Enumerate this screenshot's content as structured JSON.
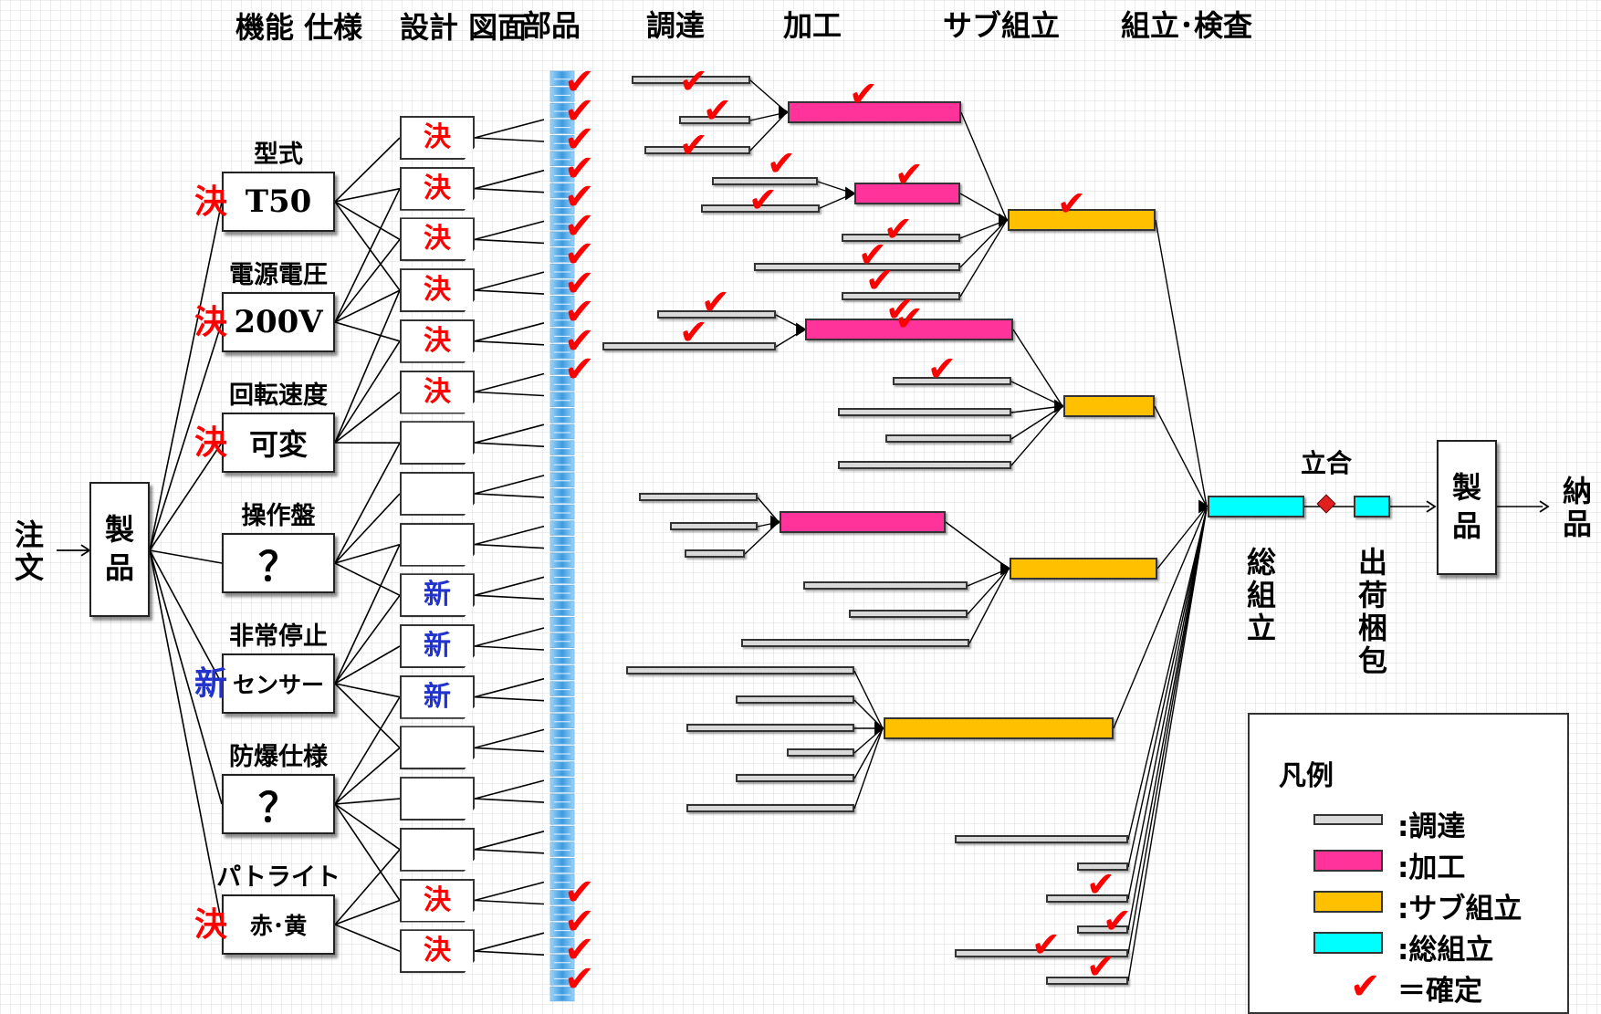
{
  "headers": {
    "function_spec": "機能\n仕様",
    "design_drawing": "設計\n図面",
    "parts": "部品",
    "procurement": "調達",
    "machining": "加工",
    "sub_assembly": "サブ組立",
    "assembly_inspection": "組立･検査"
  },
  "order": "注\n文",
  "product": "製\n品",
  "product_out": "製\n品",
  "delivery": "納\n品",
  "total_assembly": "総\n組\n立",
  "witness": "立合",
  "shipping": "出\n荷\n梱\n包",
  "functions": [
    {
      "label": "型式",
      "value": "T50",
      "status": "決",
      "status_color": "red",
      "style": "serif"
    },
    {
      "label": "電源電圧",
      "value": "200V",
      "status": "決",
      "status_color": "red",
      "style": "serif"
    },
    {
      "label": "回転速度",
      "value": "可変",
      "status": "決",
      "status_color": "red",
      "style": "sans"
    },
    {
      "label": "操作盤",
      "value": "？",
      "status": "",
      "status_color": "",
      "style": "q"
    },
    {
      "label": "非常停止",
      "value": "センサー",
      "status": "新",
      "status_color": "blue",
      "style": "small"
    },
    {
      "label": "防爆仕様",
      "value": "？",
      "status": "",
      "status_color": "",
      "style": "q"
    },
    {
      "label": "パトライト",
      "value": "赤･黄",
      "status": "決",
      "status_color": "red",
      "style": "small"
    }
  ],
  "drawings": [
    {
      "mark": "決",
      "color": "red"
    },
    {
      "mark": "決",
      "color": "red"
    },
    {
      "mark": "決",
      "color": "red"
    },
    {
      "mark": "決",
      "color": "red"
    },
    {
      "mark": "決",
      "color": "red"
    },
    {
      "mark": "決",
      "color": "red"
    },
    {
      "mark": "",
      "color": ""
    },
    {
      "mark": "",
      "color": ""
    },
    {
      "mark": "",
      "color": ""
    },
    {
      "mark": "新",
      "color": "blue"
    },
    {
      "mark": "新",
      "color": "blue"
    },
    {
      "mark": "新",
      "color": "blue"
    },
    {
      "mark": "",
      "color": ""
    },
    {
      "mark": "",
      "color": ""
    },
    {
      "mark": "",
      "color": ""
    },
    {
      "mark": "決",
      "color": "red"
    },
    {
      "mark": "決",
      "color": "red"
    }
  ],
  "check_glyph": "✔",
  "legend": {
    "title": "凡例",
    "items": [
      {
        "text": ":調達",
        "color": "#d9d9d9"
      },
      {
        "text": ":加工",
        "color": "#ff3399"
      },
      {
        "text": ":サブ組立",
        "color": "#ffc000"
      },
      {
        "text": ":総組立",
        "color": "#00ffff"
      }
    ],
    "confirmed": "＝確定"
  },
  "colors": {
    "procure": "#d9d9d9",
    "machining": "#ff3399",
    "subassembly": "#ffc000",
    "assembly": "#00ffff",
    "confirmed": "#ff0000",
    "new": "#2233cc",
    "witness_diamond": "#e02020",
    "parts_strip": "#4aa8e8"
  }
}
